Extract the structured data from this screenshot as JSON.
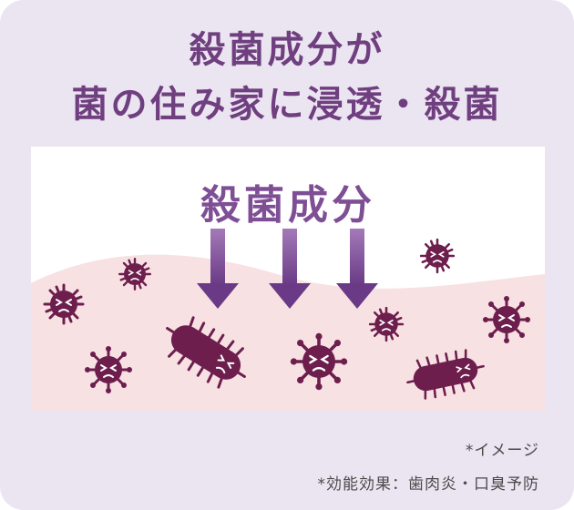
{
  "headline": {
    "line1": "殺菌成分が",
    "line2": "菌の住み家に浸透・殺菌"
  },
  "illustration": {
    "label": "殺菌成分",
    "colors": {
      "card_bg": "#ebe4f1",
      "headline": "#6f3f7f",
      "arrow": "#7a4a93",
      "gum": "#f7e1e3",
      "bacteria": "#6d1e4d"
    }
  },
  "notes": {
    "image_note": "*イメージ",
    "efficacy": "*効能効果：歯肉炎・口臭予防"
  }
}
